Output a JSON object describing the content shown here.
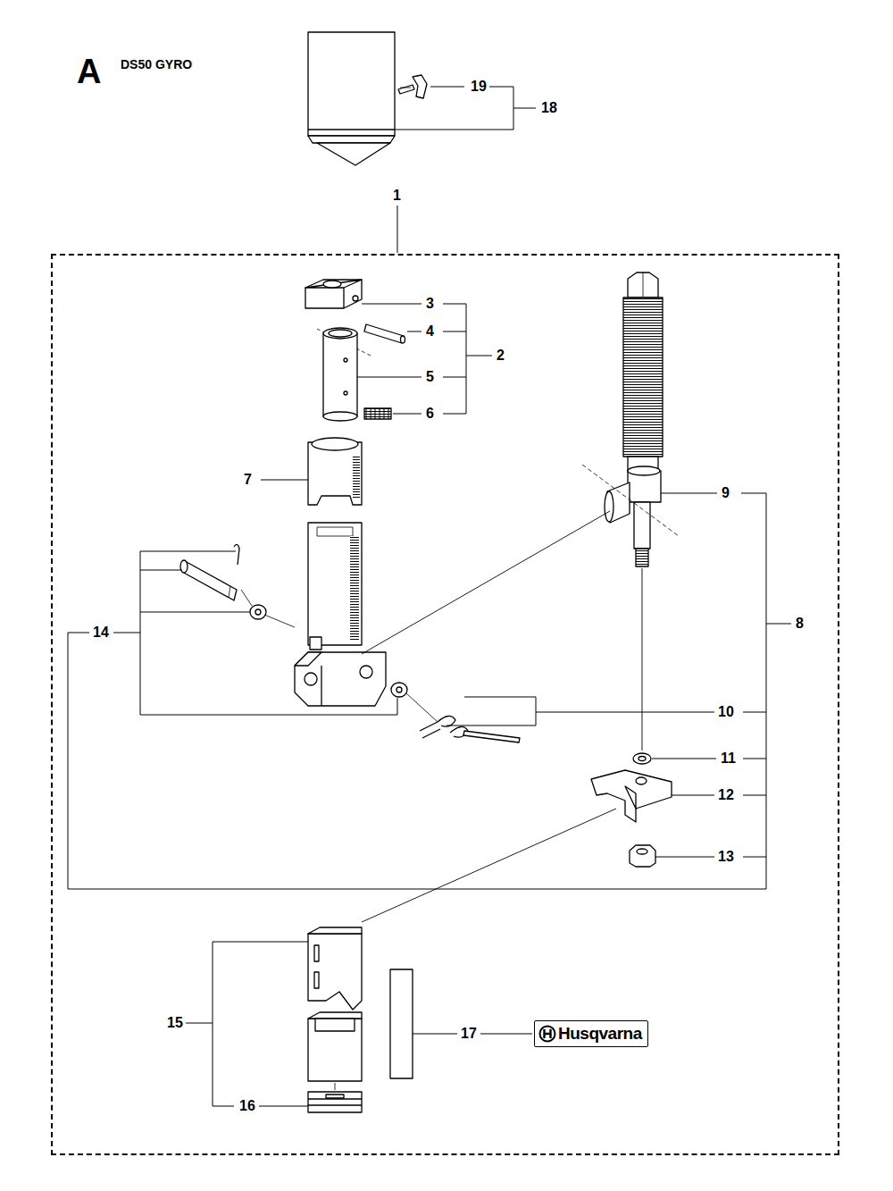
{
  "diagram": {
    "nodes": [
      {
        "text": [
          "1"
        ]
      },
      {
        "text": [
          "Husqvarna"
        ],
        "in": 0
      }
    ],
    "labels": [
      "A",
      "DS50 GYRO",
      "19",
      "18",
      "3",
      "4",
      "5",
      "6",
      "2",
      "7",
      "9",
      "8",
      "14",
      "10",
      "11",
      "12",
      "13",
      "15",
      "17",
      "16"
    ]
  }
}
